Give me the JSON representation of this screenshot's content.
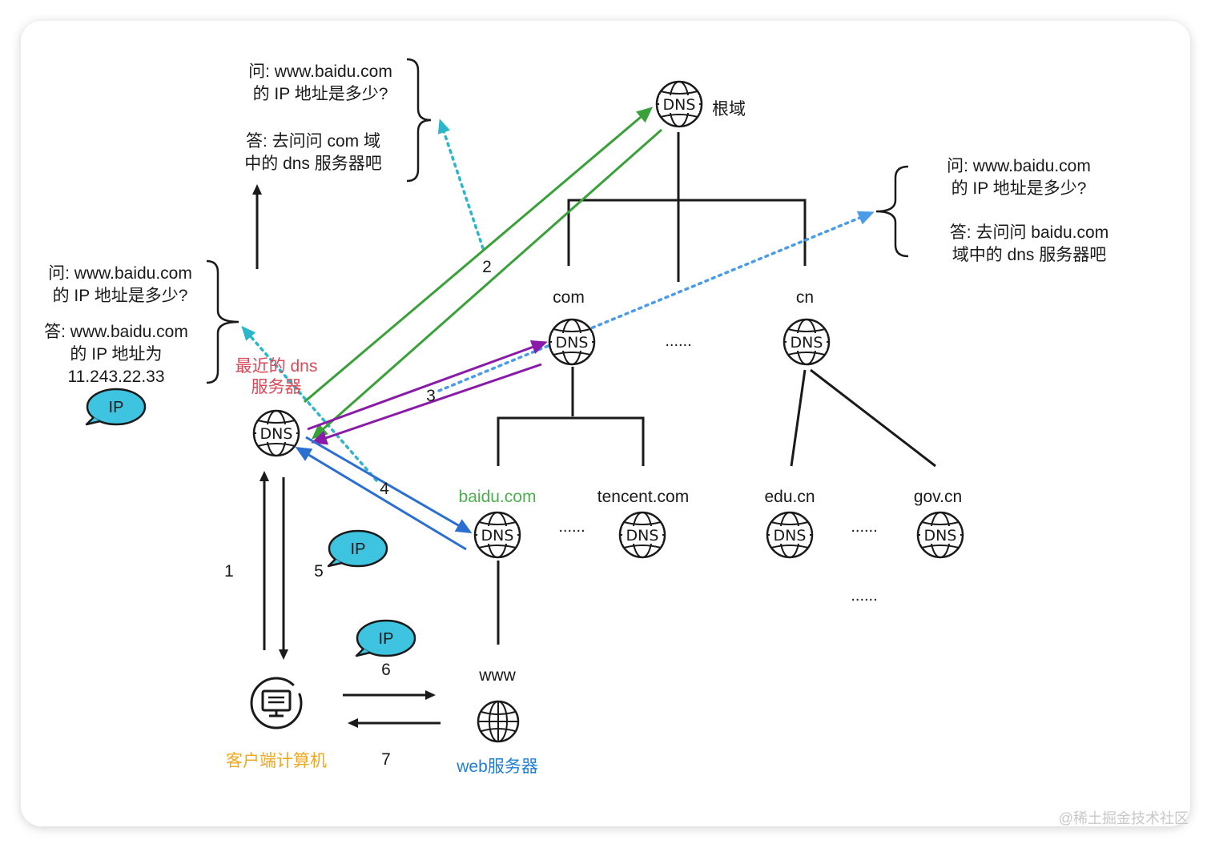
{
  "colors": {
    "green": "#3aa03a",
    "purple": "#8a1aa8",
    "blue": "#2b6fd1",
    "teal_dotted": "#2bb7c9",
    "light_blue_dotted": "#4a9be8",
    "ip_bubble": "#3ec4e0",
    "client_label": "#f0a820",
    "web_label": "#1f7fd6",
    "local_dns_label": "#d94a5a",
    "baidu_label": "#4caf50"
  },
  "nodes": {
    "root_label": "根域",
    "com_label": "com",
    "cn_label": "cn",
    "baidu_label": "baidu.com",
    "tencent_label": "tencent.com",
    "edu_label": "edu.cn",
    "gov_label": "gov.cn",
    "www_label": "www",
    "local_dns_line1": "最近的 dns",
    "local_dns_line2": "服务器",
    "client_label": "客户端计算机",
    "web_label": "web服务器",
    "dns_word": "DNS",
    "ip_word": "IP",
    "ellipsis": "......"
  },
  "notes": {
    "root": {
      "q1": "问: www.baidu.com",
      "q2": "的 IP 地址是多少?",
      "a1": "答: 去问问 com 域",
      "a2": "中的 dns 服务器吧"
    },
    "com": {
      "q1": "问: www.baidu.com",
      "q2": "的 IP 地址是多少?",
      "a1": "答: 去问问 baidu.com",
      "a2": "域中的 dns 服务器吧"
    },
    "local": {
      "q1": "问: www.baidu.com",
      "q2": "的 IP 地址是多少?",
      "a1": "答: www.baidu.com",
      "a2": "的 IP 地址为",
      "a3": "11.243.22.33"
    }
  },
  "steps": {
    "s1": "1",
    "s2": "2",
    "s3": "3",
    "s4": "4",
    "s5": "5",
    "s6": "6",
    "s7": "7"
  },
  "watermark": "@稀土掘金技术社区"
}
